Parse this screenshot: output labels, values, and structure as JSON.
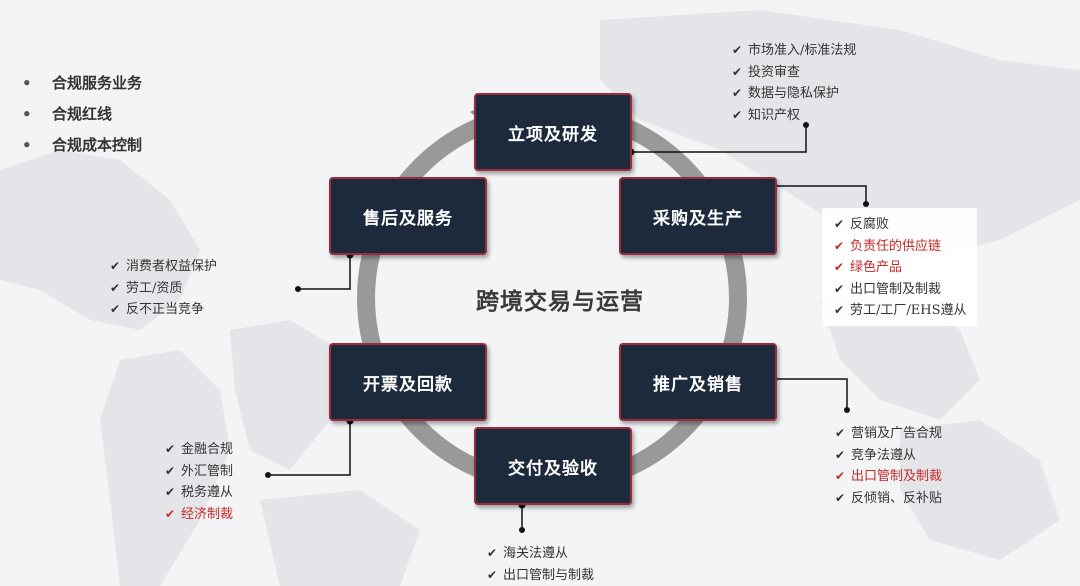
{
  "bullets": [
    "合规服务业务",
    "合规红线",
    "合规成本控制"
  ],
  "center_title": "跨境交易与运营",
  "stages": {
    "rd": "立项及研发",
    "procurement": "采购及生产",
    "promotion": "推广及销售",
    "delivery": "交付及验收",
    "invoicing": "开票及回款",
    "aftersales": "售后及服务"
  },
  "lists": {
    "rd": [
      {
        "text": "市场准入/标准法规",
        "highlight": false
      },
      {
        "text": "投资审查",
        "highlight": false
      },
      {
        "text": "数据与隐私保护",
        "highlight": false
      },
      {
        "text": "知识产权",
        "highlight": false
      }
    ],
    "procurement": [
      {
        "text": "反腐败",
        "highlight": false
      },
      {
        "text": "负责任的供应链",
        "highlight": true
      },
      {
        "text": "绿色产品",
        "highlight": true
      },
      {
        "text": "出口管制及制裁",
        "highlight": false
      },
      {
        "text": "劳工/工厂/EHS遵从",
        "highlight": false
      }
    ],
    "promotion": [
      {
        "text": "营销及广告合规",
        "highlight": false
      },
      {
        "text": "竞争法遵从",
        "highlight": false
      },
      {
        "text": "出口管制及制裁",
        "highlight": true
      },
      {
        "text": "反倾销、反补贴",
        "highlight": false
      }
    ],
    "delivery": [
      {
        "text": "海关法遵从",
        "highlight": false
      },
      {
        "text": "出口管制与制裁",
        "highlight": false
      }
    ],
    "invoicing": [
      {
        "text": "金融合规",
        "highlight": false
      },
      {
        "text": "外汇管制",
        "highlight": false
      },
      {
        "text": "税务遵从",
        "highlight": false
      },
      {
        "text": "经济制裁",
        "highlight": true
      }
    ],
    "aftersales": [
      {
        "text": "消费者权益保护",
        "highlight": false
      },
      {
        "text": "劳工/资质",
        "highlight": false
      },
      {
        "text": "反不正当竞争",
        "highlight": false
      }
    ]
  },
  "colors": {
    "box_fill": "#1c2a3c",
    "box_border": "#9b2c3a",
    "ring": "#8a8a8a",
    "highlight": "#c62a2a",
    "connector": "#111111"
  }
}
